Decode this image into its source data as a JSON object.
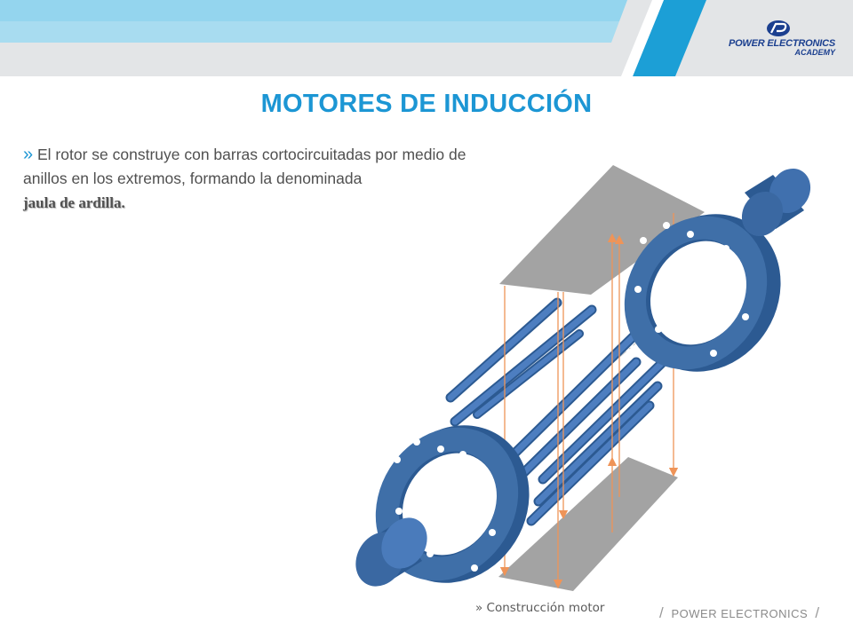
{
  "header": {
    "logo_brand": "POWER ELECTRONICS",
    "logo_sub": "ACADEMY",
    "colors": {
      "band_grey": "#e3e5e7",
      "band_light": "#a8dcf0",
      "band_cyan": "#1c9fd6",
      "logo_blue": "#1b3f8f"
    }
  },
  "slide": {
    "title": "MOTORES DE INDUCCIÓN",
    "bullet": "»",
    "body_text": "El rotor se construye con barras cortocircuitadas por medio de anillos en los extremos, formando la denominada",
    "emphasis": "jaula de ardilla",
    "emphasis_end": ".",
    "caption": "» Construcción motor"
  },
  "illustration": {
    "icon": "squirrel-cage-rotor-exploded-illustration",
    "colors": {
      "metal_blue": "#3f6fa8",
      "plate_grey": "#a3a3a3",
      "arrow_orange": "#ef9458"
    }
  },
  "footer": {
    "slash": "/",
    "brand": "POWER ELECTRONICS"
  }
}
